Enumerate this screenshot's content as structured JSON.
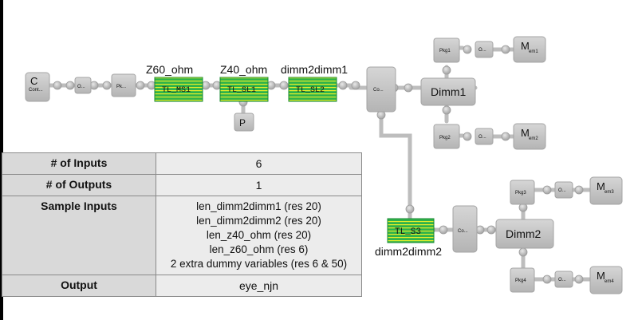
{
  "diagram": {
    "blocks": {
      "conn_left": "C",
      "conn_left_sub": "Cont...",
      "small_o": "O...",
      "pk": "Pk...",
      "probe": "P",
      "co1": "Co...",
      "co2": "Co...",
      "pkg1": "Pkg1",
      "pkg2": "Pkg2",
      "pkg3": "Pkg3",
      "pkg4": "Pkg4",
      "o_small": "O...",
      "mem_m": "M",
      "mem1": "em1",
      "mem2": "em2",
      "mem3": "em3",
      "mem4": "em4",
      "dimm1": "Dimm1",
      "dimm2": "Dimm2"
    },
    "tlines": {
      "tl_ms1": {
        "label": "TL_MS1",
        "name": "Z60_ohm"
      },
      "tl_sl1": {
        "label": "TL_SL1",
        "name": "Z40_ohm"
      },
      "tl_sl2": {
        "label": "TL_SL2",
        "name": "dimm2dimm1"
      },
      "tl_s3": {
        "label": "TL_S3",
        "name": "dimm2dimm2"
      }
    },
    "colors": {
      "block_fill": "#c8c8c8",
      "block_stroke": "#a8a8a8",
      "wire": "#b9b9b9",
      "tline_green": "#22b14c",
      "tline_yellow": "#fff200"
    }
  },
  "table": {
    "rows": [
      {
        "header": "# of Inputs",
        "value": "6"
      },
      {
        "header": "# of Outputs",
        "value": "1"
      },
      {
        "header": "Sample Inputs",
        "values": [
          "len_dimm2dimm1 (res 20)",
          "len_dimm2dimm2 (res 20)",
          "len_z40_ohm (res 20)",
          "len_z60_ohm (res 6)",
          "2 extra dummy variables (res 6 & 50)"
        ]
      },
      {
        "header": "Output",
        "value": "eye_njn"
      }
    ]
  }
}
